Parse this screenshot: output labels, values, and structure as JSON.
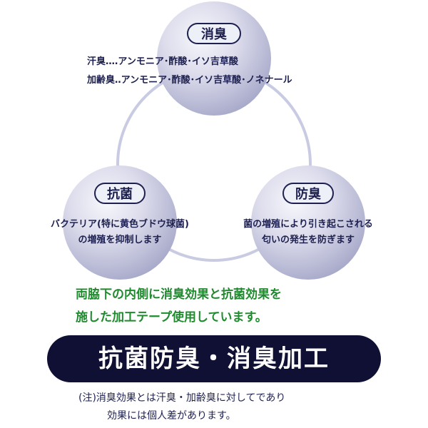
{
  "top": {
    "title": "消臭",
    "line1": "汗臭‥‥アンモニア･酢酸･イソ吉草酸",
    "line2": "加齢臭‥アンモニア･酢酸･イソ吉草酸･ノネナール"
  },
  "left": {
    "title": "抗菌",
    "line1": "バクテリア(特に黄色ブドウ球菌)",
    "line2": "の増殖を抑制します"
  },
  "right": {
    "title": "防臭",
    "line1": "菌の増殖により引き起こされる",
    "line2": "匂いの発生を防ぎます"
  },
  "message": {
    "line1": "両脇下の内側に消臭効果と抗菌効果を",
    "line2": "施した加工テープ使用しています。"
  },
  "banner": "抗菌防臭・消臭加工",
  "note": {
    "line1": "(注)消臭効果とは汗臭・加齢臭に対してであり",
    "line2": "効果には個人差があります。"
  },
  "colors": {
    "navy": "#1e2050",
    "green": "#1f8a2e",
    "banner_bg": "#0f1033",
    "circle": "#a5a7c8"
  }
}
